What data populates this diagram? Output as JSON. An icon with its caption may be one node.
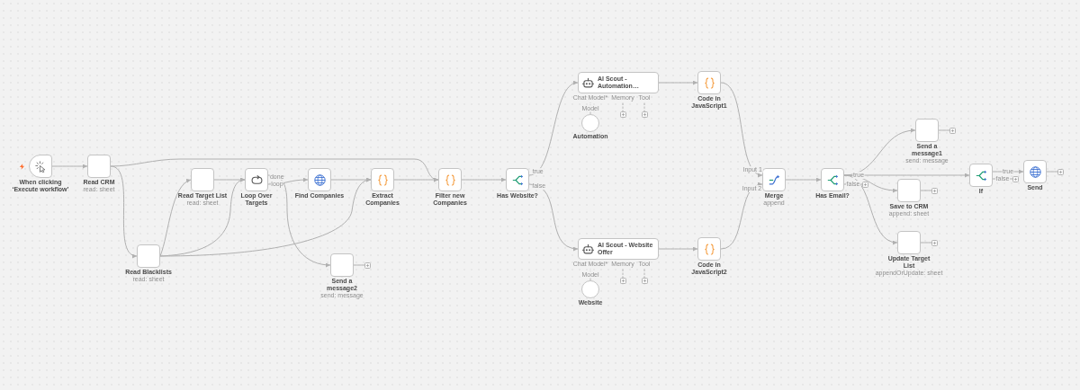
{
  "diagram": {
    "nodes": [
      {
        "text": [
          "When clicking ‘Execute workflow’"
        ]
      },
      {
        "text": [
          "Read CRM",
          "read: sheet"
        ]
      },
      {
        "text": [
          "Read Blacklists",
          "read: sheet"
        ]
      },
      {
        "text": [
          "Read Target List",
          "read: sheet"
        ]
      },
      {
        "text": [
          "Loop Over Targets"
        ]
      },
      {
        "text": [
          "Find Companies"
        ]
      },
      {
        "text": [
          "Extract Companies"
        ]
      },
      {
        "text": [
          "Filter new Companies"
        ]
      },
      {
        "text": [
          "Send a message2",
          "send: message"
        ]
      },
      {
        "text": [
          "Has Website?"
        ]
      },
      {
        "text": [
          "AI Scout - Automation…"
        ],
        "beside": [
          "Chat Model*",
          "Memory",
          "Tool"
        ]
      },
      {
        "text": [
          "Automation"
        ]
      },
      {
        "text": [
          "Code in JavaScript1"
        ]
      },
      {
        "text": [
          "AI Scout - Website Offer"
        ],
        "beside": [
          "Chat Model*",
          "Memory",
          "Tool"
        ]
      },
      {
        "text": [
          "Website"
        ]
      },
      {
        "text": [
          "Code in JavaScript2"
        ]
      },
      {
        "text": [
          "Merge",
          "append"
        ]
      },
      {
        "text": [
          "Has Email?"
        ]
      },
      {
        "text": [
          "Send a message1",
          "send: message"
        ]
      },
      {
        "text": [
          "Save to CRM",
          "append: sheet"
        ]
      },
      {
        "text": [
          "Update Target List",
          "appendOrUpdate: sheet"
        ]
      },
      {
        "text": [
          "If"
        ]
      },
      {
        "text": [
          "Send"
        ]
      },
      {
        "text": [],
        "shape": "box"
      },
      {
        "text": [],
        "shape": "box"
      },
      {
        "text": [],
        "shape": "box"
      },
      {
        "text": [],
        "shape": "box"
      },
      {
        "text": [],
        "shape": "box"
      },
      {
        "text": [],
        "shape": "box"
      },
      {
        "text": [],
        "shape": "box"
      },
      {
        "text": [],
        "shape": "box"
      },
      {
        "text": [],
        "shape": "box"
      },
      {
        "text": [],
        "shape": "box"
      },
      {
        "text": [],
        "shape": "box"
      }
    ],
    "edges": [
      {
        "from": 0,
        "to": 1,
        "arrow": "to"
      },
      {
        "from": 1,
        "to": 2,
        "arrow": "to"
      },
      {
        "from": 1,
        "to": 7,
        "arrow": "to"
      },
      {
        "from": 2,
        "to": 3,
        "arrow": "to"
      },
      {
        "from": 2,
        "to": 4,
        "arrow": "to"
      },
      {
        "from": 2,
        "to": 6,
        "arrow": "to"
      },
      {
        "from": 3,
        "to": 4,
        "arrow": "to"
      },
      {
        "from": 4,
        "to": 8,
        "arrow": "to",
        "label": "done"
      },
      {
        "from": 4,
        "to": 5,
        "arrow": "to",
        "label": "loop"
      },
      {
        "from": 5,
        "to": 6,
        "arrow": "to"
      },
      {
        "from": 6,
        "to": 7,
        "arrow": "to"
      },
      {
        "from": 7,
        "to": 9,
        "arrow": "to"
      },
      {
        "from": 9,
        "to": 10,
        "arrow": "to",
        "label": "true"
      },
      {
        "from": 9,
        "to": 13,
        "arrow": "to",
        "label": "false"
      },
      {
        "from": 11,
        "to": 10,
        "arrow": "none",
        "label": "Model",
        "style": "dashed"
      },
      {
        "from": 10,
        "to": 24,
        "arrow": "none",
        "style": "dashed"
      },
      {
        "from": 10,
        "to": 25,
        "arrow": "none",
        "style": "dashed"
      },
      {
        "from": 10,
        "to": 12,
        "arrow": "to"
      },
      {
        "from": 14,
        "to": 13,
        "arrow": "none",
        "label": "Model",
        "style": "dashed"
      },
      {
        "from": 13,
        "to": 26,
        "arrow": "none",
        "style": "dashed"
      },
      {
        "from": 13,
        "to": 27,
        "arrow": "none",
        "style": "dashed"
      },
      {
        "from": 13,
        "to": 15,
        "arrow": "to"
      },
      {
        "from": 12,
        "to": 16,
        "arrow": "to",
        "label": "Input 1"
      },
      {
        "from": 15,
        "to": 16,
        "arrow": "to",
        "label": "Input 2"
      },
      {
        "from": 16,
        "to": 17,
        "arrow": "to"
      },
      {
        "from": 17,
        "to": 18,
        "arrow": "to"
      },
      {
        "from": 17,
        "to": 19,
        "arrow": "to"
      },
      {
        "from": 17,
        "to": 20,
        "arrow": "to"
      },
      {
        "from": 17,
        "to": 21,
        "arrow": "to",
        "label": "true"
      },
      {
        "from": 17,
        "to": 28,
        "arrow": "none",
        "label": "false"
      },
      {
        "from": 8,
        "to": 23,
        "arrow": "none"
      },
      {
        "from": 18,
        "to": 29,
        "arrow": "none"
      },
      {
        "from": 19,
        "to": 30,
        "arrow": "none"
      },
      {
        "from": 20,
        "to": 31,
        "arrow": "none"
      },
      {
        "from": 21,
        "to": 22,
        "arrow": "to",
        "label": "true"
      },
      {
        "from": 21,
        "to": 32,
        "arrow": "none",
        "label": "false"
      },
      {
        "from": 22,
        "to": 33,
        "arrow": "none"
      }
    ]
  }
}
